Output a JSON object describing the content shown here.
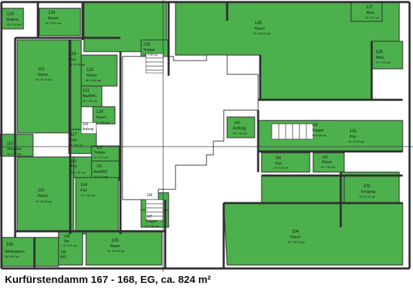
{
  "caption": "Kurfürstendamm 167 - 168, EG, ca. 824 m²",
  "colors": {
    "room": "#4cb04c",
    "walls": "#2e2e2e",
    "background": "#ffffff"
  },
  "rooms": [
    {
      "id": "123",
      "name": "Balkon",
      "area": "Gf: 5.13 qm"
    },
    {
      "id": "124",
      "name": "Raum",
      "area": "Gf: 23.30 qm"
    },
    {
      "id": "125",
      "name": "Raum",
      "area": "Gf: 299.54 qm"
    },
    {
      "id": "127",
      "name": "Abst.",
      "area": "Gf: 0.70 qm"
    },
    {
      "id": "128",
      "name": "Abst.",
      "area": "Gf: 1.39 qm"
    },
    {
      "id": "112",
      "name": "Raum",
      "area": "Gf: 46.75 qm"
    },
    {
      "id": "119",
      "name": "Flur",
      "area": "Gf: 11.36 qm"
    },
    {
      "id": "122",
      "name": "Raum",
      "area": "Gf: 18.18 qm"
    },
    {
      "id": "121",
      "name": "Bad/WC",
      "area": "Gf: 7.05 qm"
    },
    {
      "id": "120",
      "name": "Raum",
      "area": "Gf: 6.06 qm"
    },
    {
      "id": "126",
      "name": "Treppe",
      "area": "Gf: 2.05 qm"
    },
    {
      "id": "118",
      "name": "Aufzug",
      "area": ""
    },
    {
      "id": "117",
      "name": "Flur",
      "area": "Gf: 5.60 qm"
    },
    {
      "id": "111",
      "name": "Terrasse",
      "area": "Gf: 3.77 qm"
    },
    {
      "id": "116",
      "name": "Treppe",
      "area": "Gf: 3.12 qm"
    },
    {
      "id": "115",
      "name": "Bad/WC",
      "area": "Gf: 3.70 qm"
    },
    {
      "id": "110",
      "name": "Flur",
      "area": "Gf: 5.40 qm"
    },
    {
      "id": "114",
      "name": "Flur",
      "area": "Gf: 2.92 qm"
    },
    {
      "id": "110",
      "name": "Raum",
      "area": "Gf: 63.39 qm"
    },
    {
      "id": "130",
      "name": "Aufzug",
      "area": "Gf: 2.39 qm"
    },
    {
      "id": "129",
      "name": "Treppe",
      "area": "Gf: 5.58 qm"
    },
    {
      "id": "131",
      "name": "Flur",
      "area": "Gf: 27.33 qm"
    },
    {
      "id": "103",
      "name": "Flur",
      "area": "Gf: 6.47 qm"
    },
    {
      "id": "102",
      "name": "Raum",
      "area": "Gf: 1.90 qm"
    },
    {
      "id": "101",
      "name": "Eingang",
      "area": "Gf: 61.22 qm"
    },
    {
      "id": "106",
      "name": "",
      "area": ""
    },
    {
      "id": "107",
      "name": "Treppe",
      "area": "Gf: 1.60 qm"
    },
    {
      "id": "104",
      "name": "Raum",
      "area": "Gf: 136.22 qm"
    },
    {
      "id": "105",
      "name": "Raum",
      "area": "Gf: 101.45 qm"
    },
    {
      "id": "109",
      "name": "Wintergarten",
      "area": "Gf: 6.04 qm"
    },
    {
      "id": "108",
      "name": "Sw",
      "area": "Gf: 4.07 qm"
    },
    {
      "id": "100",
      "name": "WC",
      "area": ""
    }
  ]
}
